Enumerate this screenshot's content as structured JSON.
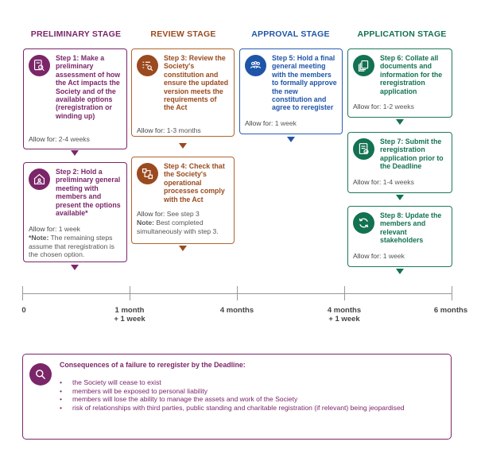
{
  "stages": [
    {
      "title": "PRELIMINARY STAGE",
      "color": "#7b2669"
    },
    {
      "title": "REVIEW STAGE",
      "color": "#9a4a1e"
    },
    {
      "title": "APPROVAL STAGE",
      "color": "#1f55a8"
    },
    {
      "title": "APPLICATION STAGE",
      "color": "#13724f"
    }
  ],
  "steps": {
    "step1": {
      "text": "Step 1: Make a preliminary assessment of how the Act impacts the Society and of the available options (reregistration or winding up)",
      "allow_label": "Allow for:",
      "allow_value": "2-4 weeks",
      "icon": "document-search-icon"
    },
    "step2": {
      "text": "Step 2: Hold a preliminary general meeting with members and present the options available*",
      "allow_label": "Allow for:",
      "allow_value": "1 week",
      "note_label": "*Note:",
      "note_text": "The remaining steps assume that reregistration is the chosen option.",
      "icon": "house-meeting-icon"
    },
    "step3": {
      "text": "Step 3: Review the Society's constitution and ensure the updated version meets the requirements of the Act",
      "allow_label": "Allow for:",
      "allow_value": "1-3 months",
      "icon": "checklist-search-icon"
    },
    "step4": {
      "text": "Step 4: Check that the Society's operational processes comply with the Act",
      "allow_label": "Allow for:",
      "allow_value": "See step 3",
      "note_label": "Note:",
      "note_text": "Best completed simultaneously with step 3.",
      "icon": "process-icon"
    },
    "step5": {
      "text": "Step 5: Hold a final general meeting with the members to formally approve the new constitution and agree to reregister",
      "allow_label": "Allow for:",
      "allow_value": "1 week",
      "icon": "people-icon"
    },
    "step6": {
      "text": "Step 6: Collate all documents and information for the reregistration application",
      "allow_label": "Allow for:",
      "allow_value": "1-2 weeks",
      "icon": "documents-icon"
    },
    "step7": {
      "text": "Step 7: Submit the reregistration application prior to the Deadline",
      "allow_label": "Allow for:",
      "allow_value": "1-4 weeks",
      "icon": "submit-form-icon"
    },
    "step8": {
      "text": "Step 8: Update the members and relevant stakeholders",
      "allow_label": "Allow for:",
      "allow_value": "1 week",
      "icon": "refresh-icon"
    }
  },
  "timeline": {
    "ticks": [
      {
        "line1": "0",
        "line2": ""
      },
      {
        "line1": "1 month",
        "line2": "+ 1 week"
      },
      {
        "line1": "4 months",
        "line2": ""
      },
      {
        "line1": "4 months",
        "line2": "+ 1 week"
      },
      {
        "line1": "6 months",
        "line2": ""
      }
    ]
  },
  "consequences": {
    "title": "Consequences of a failure to reregister by the Deadline:",
    "items": [
      "the Society will cease to exist",
      "members will be exposed to personal liability",
      "members will lose the ability to manage the assets and work of the Society",
      "risk of relationships with third parties, public standing and charitable registration (if relevant) being jeopardised"
    ],
    "icon": "magnifier-icon"
  }
}
